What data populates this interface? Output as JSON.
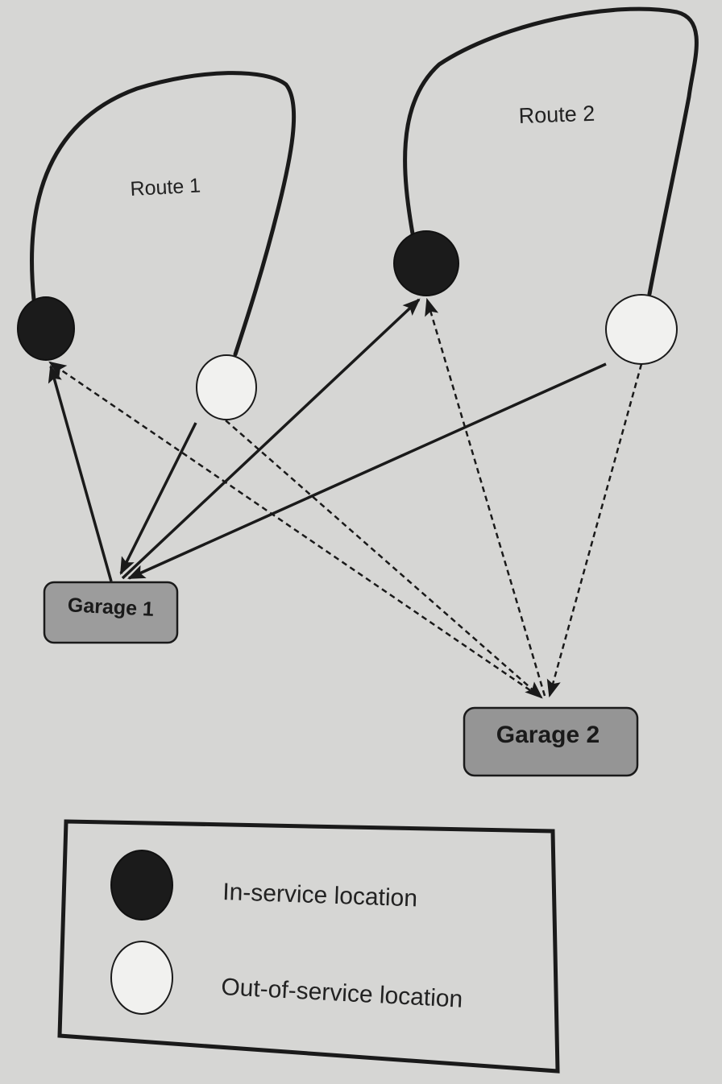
{
  "routes": [
    {
      "label": "Route 1"
    },
    {
      "label": "Route 2"
    }
  ],
  "garages": [
    {
      "label": "Garage 1"
    },
    {
      "label": "Garage 2"
    }
  ],
  "legend": {
    "in_service": "In-service location",
    "out_of_service": "Out-of-service location"
  },
  "colors": {
    "background": "#d6d6d4",
    "in_service_fill": "#1b1b1b",
    "out_of_service_fill": "#f1f1ef",
    "garage_fill": "#9c9c9c",
    "line": "#1a1a1a"
  },
  "connections": {
    "solid": "Garage 1 to all route locations",
    "dashed": "Garage 2 to all route locations"
  }
}
